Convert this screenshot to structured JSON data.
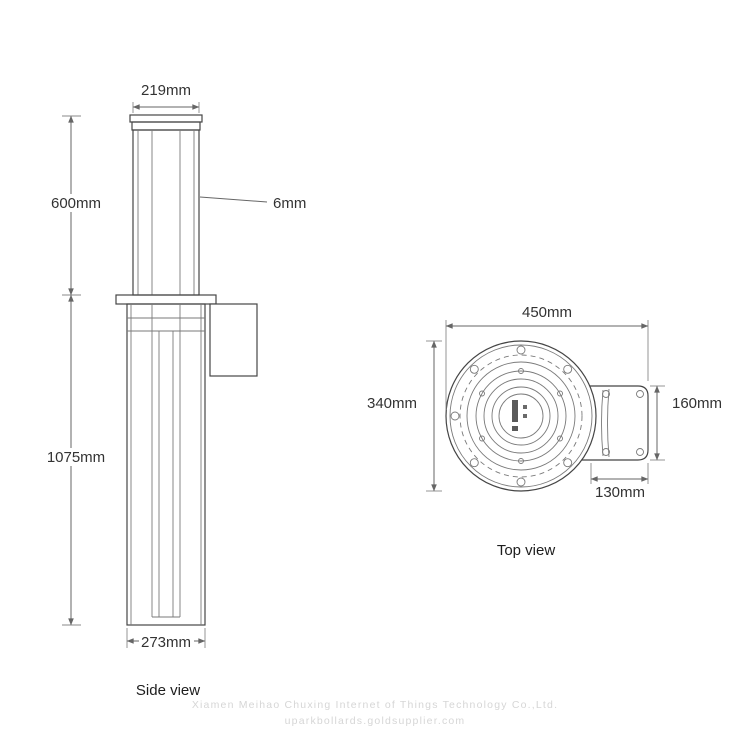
{
  "drawing": {
    "outline_color": "#454545",
    "dimension_color": "#666666",
    "watermark_color": "#d6d6d6",
    "background_color": "#ffffff"
  },
  "side_view": {
    "label": "Side view",
    "dim_top_width": "219mm",
    "dim_upper_height": "600mm",
    "dim_wall_thickness": "6mm",
    "dim_lower_height": "1075mm",
    "dim_bottom_width": "273mm"
  },
  "top_view": {
    "label": "Top view",
    "dim_total_width": "450mm",
    "dim_diameter": "340mm",
    "dim_ext_height": "160mm",
    "dim_ext_width": "130mm"
  },
  "watermark": {
    "line1": "Xiamen Meihao Chuxing Internet of Things Technology Co.,Ltd.",
    "line2": "uparkbollards.goldsupplier.com"
  }
}
